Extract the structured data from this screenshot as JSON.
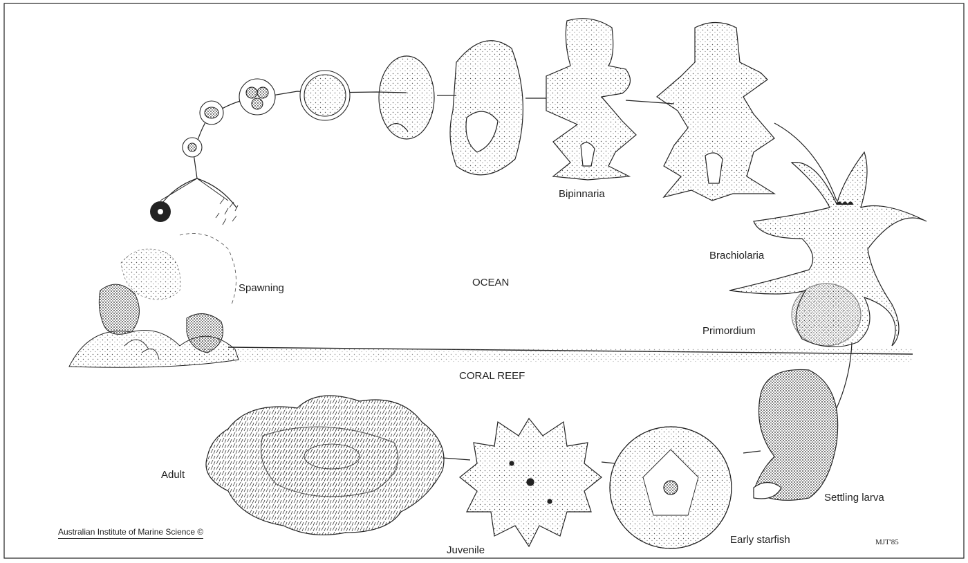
{
  "labels": {
    "ocean": "OCEAN",
    "coral_reef": "CORAL REEF",
    "spawning": "Spawning",
    "bipinnaria": "Bipinnaria",
    "brachiolaria": "Brachiolaria",
    "primordium": "Primordium",
    "settling_larva": "Settling larva",
    "early_starfish": "Early starfish",
    "juvenile": "Juvenile",
    "adult": "Adult"
  },
  "credit": "Australian Institute of Marine Science ©",
  "signature": "MJT'85",
  "colors": {
    "ink": "#222222",
    "paper": "#ffffff"
  }
}
